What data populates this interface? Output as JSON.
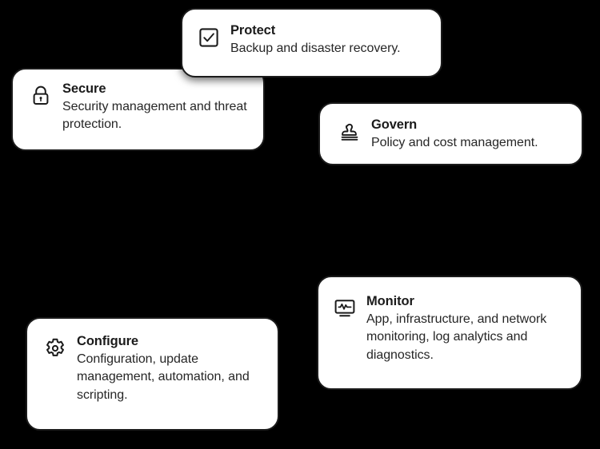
{
  "background_color": "#000000",
  "card_style": {
    "background_color": "#ffffff",
    "border_color": "#1b1b1b",
    "title_color": "#1b1b1b",
    "text_color": "#262626"
  },
  "cards": [
    {
      "id": "protect",
      "icon": "checkbox-check-icon",
      "title": "Protect",
      "description": "Backup and disaster recovery."
    },
    {
      "id": "secure",
      "icon": "lock-icon",
      "title": "Secure",
      "description": "Security management and threat protection."
    },
    {
      "id": "govern",
      "icon": "stamp-icon",
      "title": "Govern",
      "description": "Policy and cost management."
    },
    {
      "id": "monitor",
      "icon": "monitor-pulse-icon",
      "title": "Monitor",
      "description": "App, infrastructure, and network monitoring, log analytics and diagnostics."
    },
    {
      "id": "configure",
      "icon": "gear-icon",
      "title": "Configure",
      "description": "Configuration, update management, automation, and scripting."
    }
  ]
}
